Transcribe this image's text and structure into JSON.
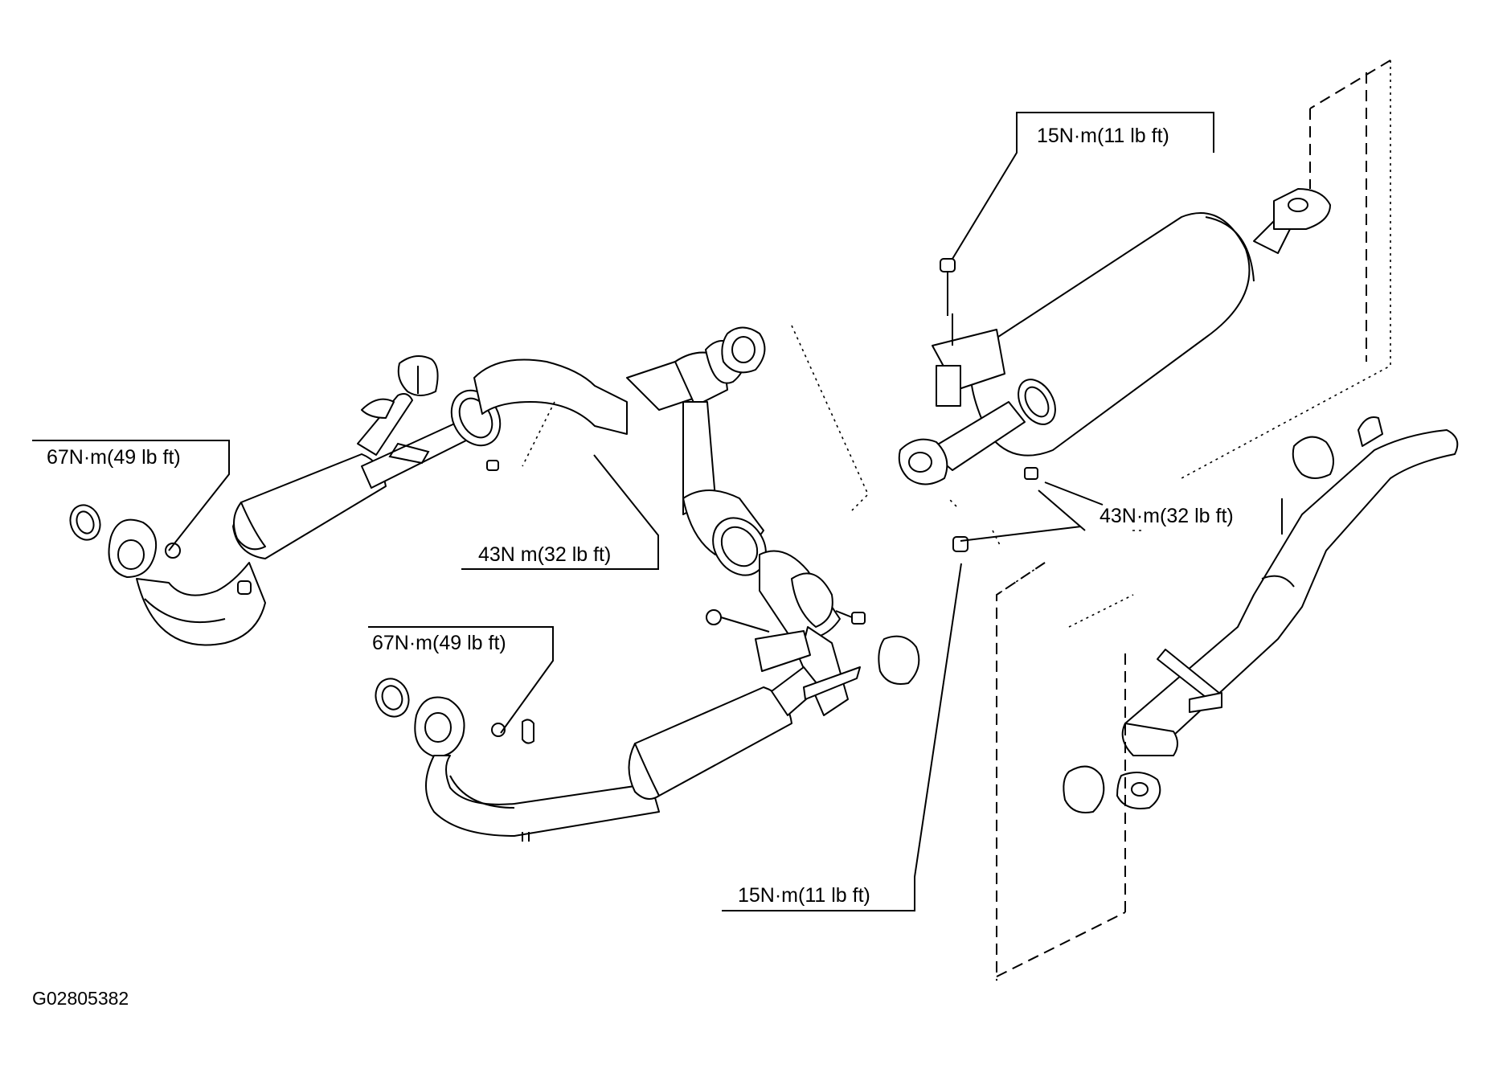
{
  "diagram": {
    "figure_id": "G02805382",
    "torque_labels": [
      {
        "id": "front-left-flange",
        "text": "67N·m(49 lb ft)"
      },
      {
        "id": "front-center-flange",
        "text": "43N m(32 lb ft)"
      },
      {
        "id": "front-lower-flange",
        "text": "67N·m(49 lb ft)"
      },
      {
        "id": "muffler-hanger-top",
        "text": "15N·m(11 lb ft)"
      },
      {
        "id": "muffler-inlet-flange",
        "text": "43N·m(32 lb ft)"
      },
      {
        "id": "muffler-hanger-bottom",
        "text": "15N·m(11 lb ft)"
      }
    ]
  }
}
